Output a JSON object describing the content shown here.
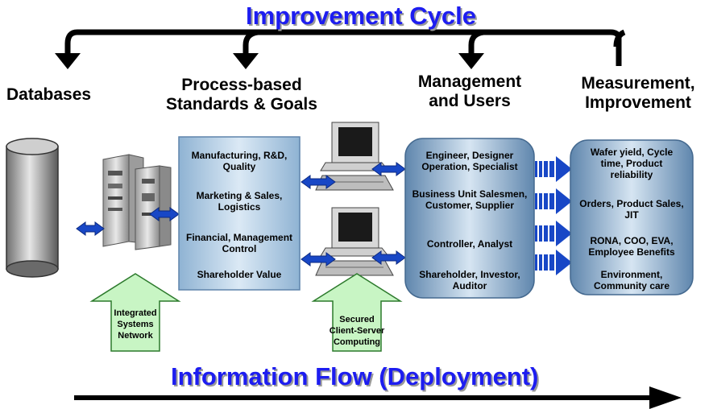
{
  "titles": {
    "top": "Improvement Cycle",
    "bottom": "Information Flow (Deployment)"
  },
  "headers": {
    "databases": "Databases",
    "standards_line1": "Process-based",
    "standards_line2": "Standards & Goals",
    "management_line1": "Management",
    "management_line2": "and Users",
    "measurement_line1": "Measurement,",
    "measurement_line2": "Improvement"
  },
  "standards_items": [
    "Manufacturing, R&D, Quality",
    "Marketing & Sales, Logistics",
    "Financial, Management Control",
    "Shareholder Value"
  ],
  "users_items": [
    "Engineer, Designer Operation, Specialist",
    "Business Unit Salesmen, Customer, Supplier",
    "Controller, Analyst",
    "Shareholder, Investor, Auditor"
  ],
  "measure_items": [
    "Wafer yield, Cycle time, Product reliability",
    "Orders, Product Sales, JIT",
    "RONA, COO, EVA, Employee Benefits",
    "Environment, Community care"
  ],
  "up_arrows": {
    "left_line1": "Integrated",
    "left_line2": "Systems",
    "left_line3": "Network",
    "right_line1": "Secured",
    "right_line2": "Client-Server",
    "right_line3": "Computing"
  },
  "colors": {
    "title_blue": "#1d1df0",
    "box_blue": "#b4cde3",
    "arrow_blue": "#1847c6",
    "up_arrow_green": "#c8f5c4"
  }
}
